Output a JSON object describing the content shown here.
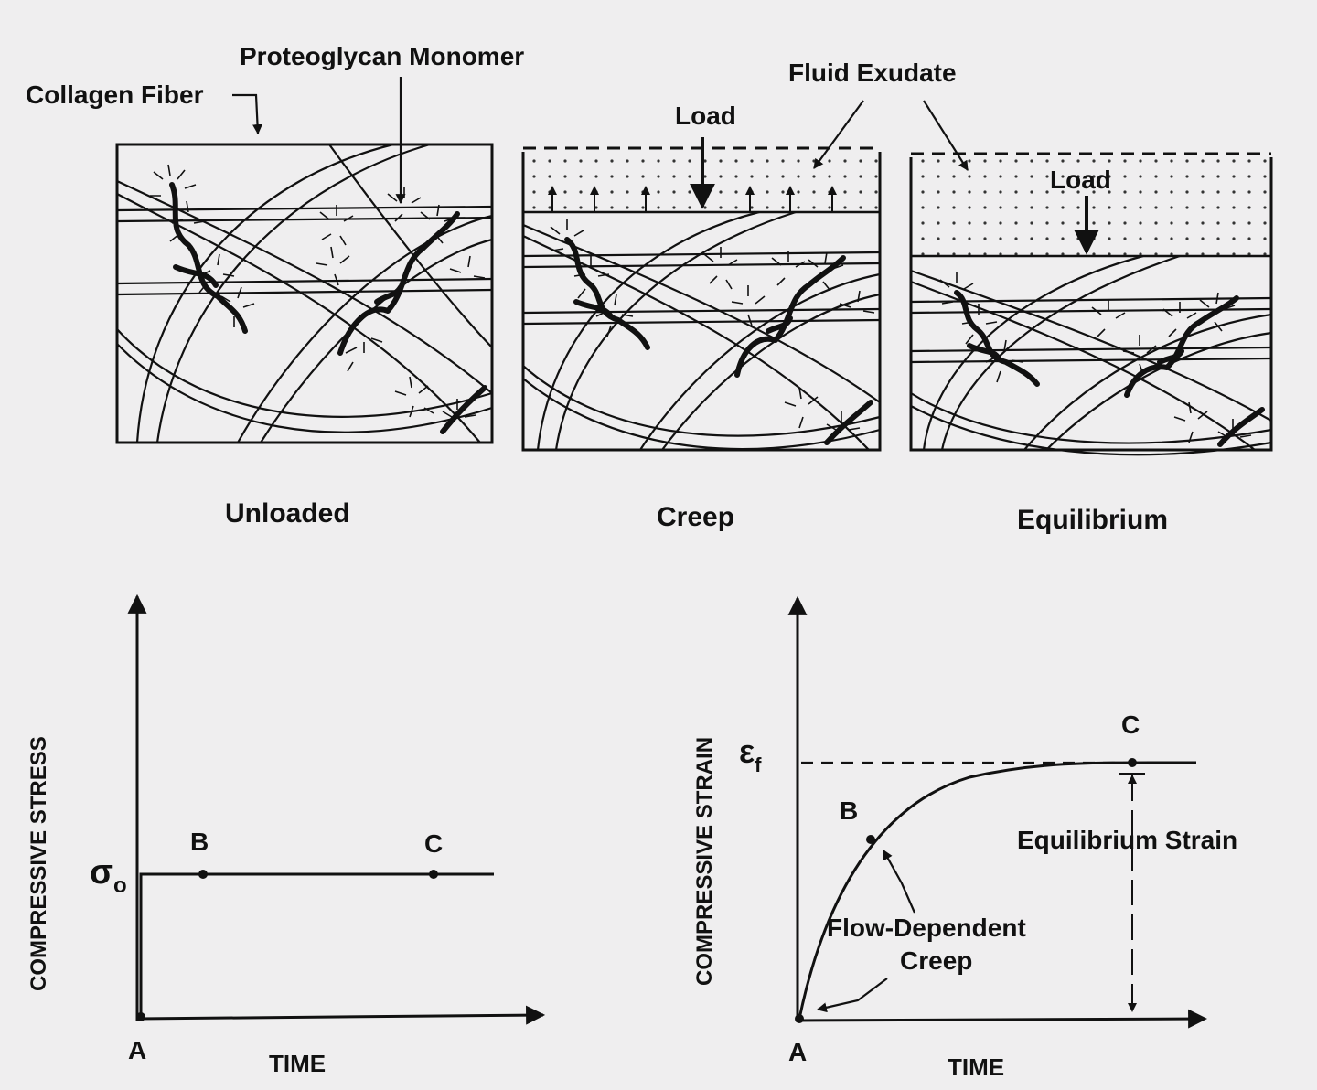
{
  "colors": {
    "background": "#efeeef",
    "ink": "#111111"
  },
  "top_panels": {
    "collagen_label": "Collagen Fiber",
    "proteoglycan_label": "Proteoglycan Monomer",
    "fluid_label": "Fluid Exudate",
    "load_label_creep": "Load",
    "load_label_equilibrium": "Load",
    "caption_unloaded": "Unloaded",
    "caption_creep": "Creep",
    "caption_equilibrium": "Equilibrium"
  },
  "stress_plot": {
    "ylabel": "COMPRESSIVE STRESS",
    "xlabel": "TIME",
    "level_symbol": "σ",
    "level_subscript": "o",
    "point_a": "A",
    "point_b": "B",
    "point_c": "C"
  },
  "strain_plot": {
    "ylabel": "COMPRESSIVE STRAIN",
    "xlabel": "TIME",
    "level_symbol": "ε",
    "level_subscript": "f",
    "point_a": "A",
    "point_b": "B",
    "point_c": "C",
    "equilibrium_label": "Equilibrium Strain",
    "flow_label_line1": "Flow-Dependent",
    "flow_label_line2": "Creep"
  }
}
